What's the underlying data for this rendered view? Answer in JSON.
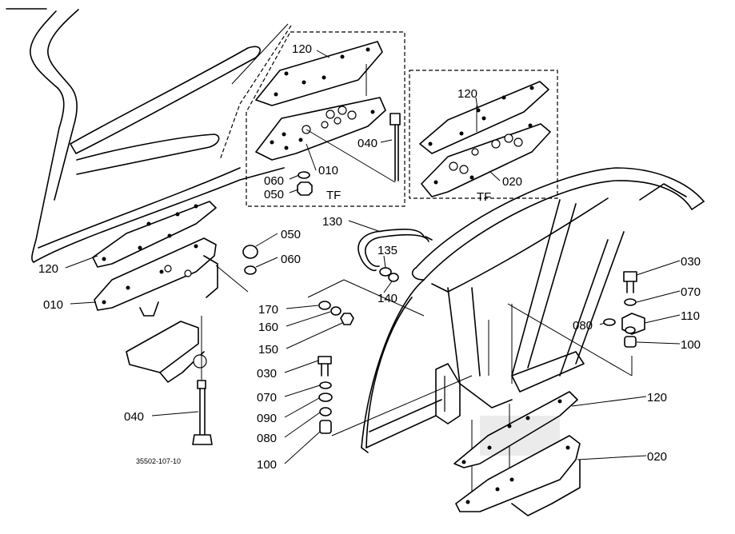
{
  "diagram": {
    "drawing_number": "35502-107-10",
    "part_labels": {
      "p120_top_left_box": "120",
      "p010_box": "010",
      "p040_box": "040",
      "p060_box": "060",
      "p050_box": "050",
      "tf_left": "TF",
      "p120_right_box": "120",
      "p020_box": "020",
      "tf_right": "TF",
      "p130": "130",
      "p135": "135",
      "p140": "140",
      "p050_mid": "050",
      "p060_mid": "060",
      "p120_left": "120",
      "p010_left": "010",
      "p170": "170",
      "p160": "160",
      "p150": "150",
      "p030_mid": "030",
      "p070_mid": "070",
      "p090": "090",
      "p080_mid": "080",
      "p100_mid": "100",
      "p040_left": "040",
      "p030_right": "030",
      "p070_right": "070",
      "p110": "110",
      "p080_right": "080",
      "p100_right": "100",
      "p120_bottom": "120",
      "p020_bottom": "020"
    }
  }
}
